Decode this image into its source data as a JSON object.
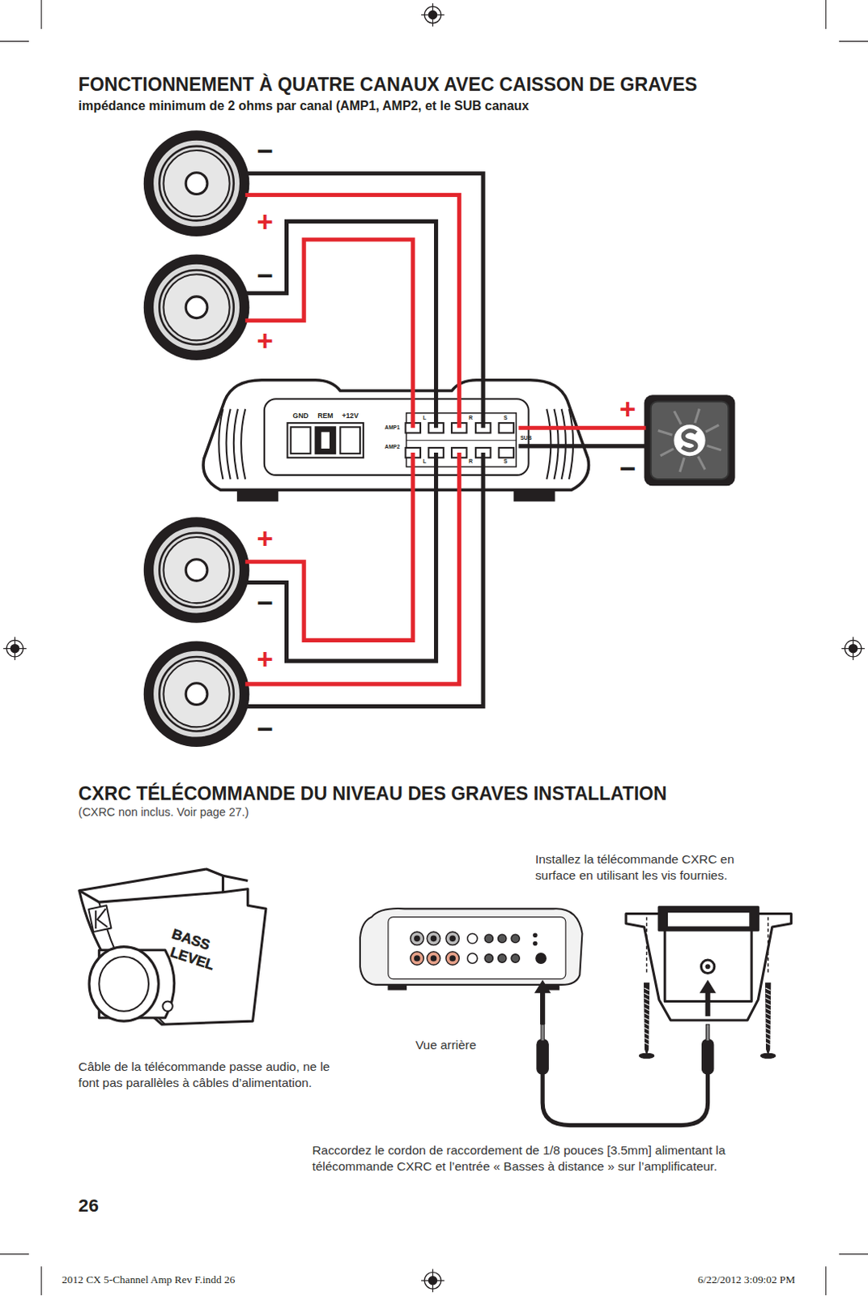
{
  "diagram": {
    "title": "FONCTIONNEMENT À QUATRE CANAUX AVEC CAISSON DE GRAVES",
    "nodes": [
      {
        "text": [
          "−",
          "+"
        ]
      },
      {
        "text": [
          "−",
          "+"
        ]
      },
      {
        "text": [
          "GND",
          "REM",
          "+12V",
          "AMP1",
          "AMP2",
          "L",
          "R",
          "S",
          "SUB",
          "L",
          "R",
          "S"
        ]
      },
      {
        "text": [
          "+",
          "−"
        ]
      },
      {
        "text": [
          "+",
          "−"
        ]
      },
      {
        "text": [
          "+",
          "−"
        ]
      }
    ],
    "edges": [
      {
        "from": 0,
        "to": 2,
        "arrow": "none"
      },
      {
        "from": 0,
        "to": 2,
        "arrow": "none"
      },
      {
        "from": 1,
        "to": 2,
        "arrow": "none"
      },
      {
        "from": 1,
        "to": 2,
        "arrow": "none"
      },
      {
        "from": 3,
        "to": 2,
        "arrow": "none"
      },
      {
        "from": 3,
        "to": 2,
        "arrow": "none"
      },
      {
        "from": 4,
        "to": 2,
        "arrow": "none"
      },
      {
        "from": 4,
        "to": 2,
        "arrow": "none"
      },
      {
        "from": 5,
        "to": 2,
        "arrow": "none"
      },
      {
        "from": 5,
        "to": 2,
        "arrow": "none"
      }
    ],
    "labels": [
      "impédance minimum de 2 ohms par canal (AMP1, AMP2, et le SUB canaux",
      "CXRC TÉLÉCOMMANDE DU NIVEAU DES GRAVES INSTALLATION",
      "(CXRC non inclus. Voir page 27.)",
      "Installez la télécommande CXRC en surface en utilisant les vis fournies.",
      "BASS",
      "LEVEL",
      "Vue arrière",
      "Câble de la télécommande passe audio, ne le font pas parallèles à câbles d’alimentation.",
      "Raccordez le cordon de raccordement de 1/8 pouces [3.5mm] alimentant la télécommande CXRC et l’entrée « Basses à distance » sur l’amplificateur.",
      "26",
      "2012 CX 5-Channel Amp Rev F.indd 26",
      "6/22/2012 3:09:02 PM"
    ]
  }
}
